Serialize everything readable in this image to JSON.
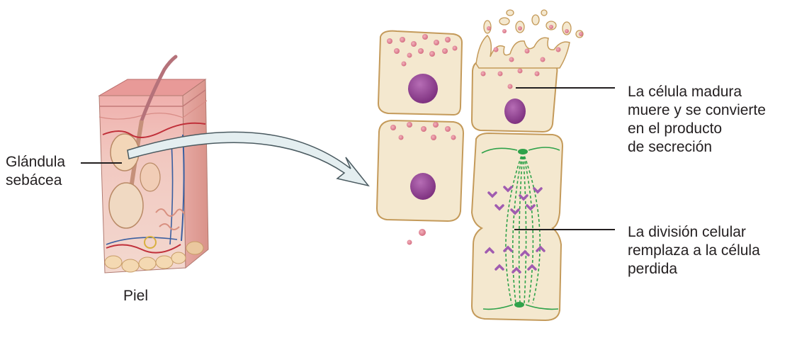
{
  "labels": {
    "gland_line1": "Glándula",
    "gland_line2": "sebácea",
    "skin": "Piel",
    "mature_line1": "La célula madura",
    "mature_line2": "muere y se convierte",
    "mature_line3": "en el producto",
    "mature_line4": "de secreción",
    "division_line1": "La división celular",
    "division_line2": "remplaza a la célula",
    "division_line3": "perdida"
  },
  "colors": {
    "cell_fill": "#f4e8cf",
    "cell_stroke": "#c49a5a",
    "nucleus": "#8f3a8f",
    "secretion_granule": "#e08a9a",
    "spindle": "#2fa24a",
    "chromosome": "#a05bb0",
    "skin_top": "#e9a3a3",
    "arrow_fill": "#e4eef0"
  }
}
